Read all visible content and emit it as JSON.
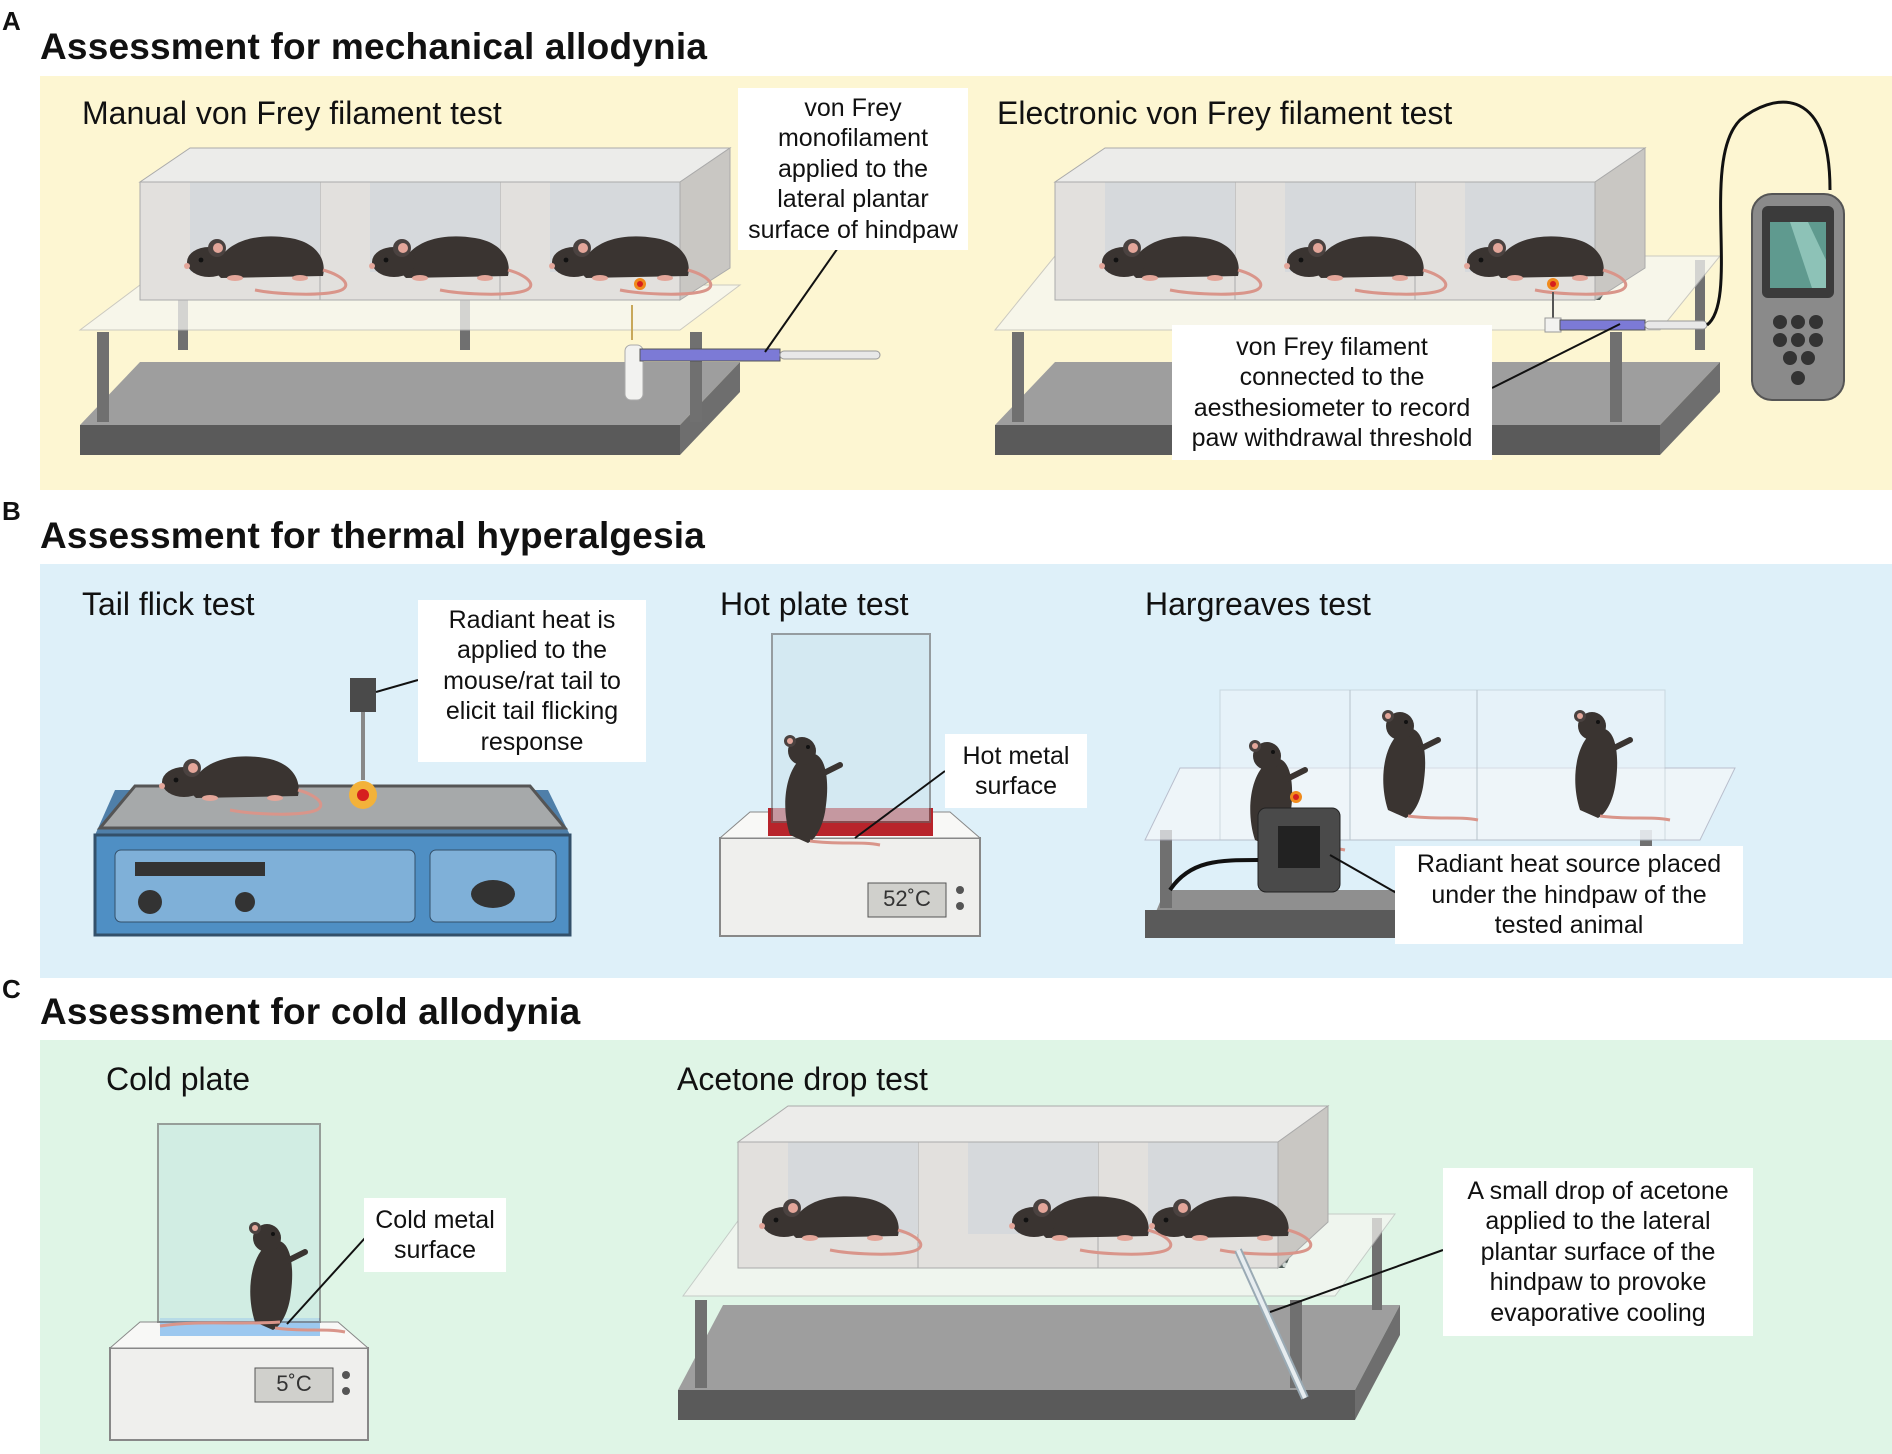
{
  "panels": {
    "a": {
      "letter": "A",
      "title": "Assessment for mechanical allodynia",
      "background": "#fdf6d2",
      "manual": {
        "title": "Manual von Frey filament test",
        "callout": "von Frey monofilament applied to the lateral plantar surface of hindpaw"
      },
      "electronic": {
        "title": "Electronic von Frey filament test",
        "callout": "von Frey filament connected to the aesthesiometer to record paw withdrawal threshold"
      }
    },
    "b": {
      "letter": "B",
      "title": "Assessment for thermal hyperalgesia",
      "background": "#def0f9",
      "tail_flick": {
        "title": "Tail flick test",
        "callout": "Radiant heat is applied to the mouse/rat tail to elicit tail flicking response"
      },
      "hot_plate": {
        "title": "Hot plate test",
        "callout": "Hot metal surface",
        "display": "52˚C"
      },
      "hargreaves": {
        "title": "Hargreaves test",
        "callout": "Radiant heat source placed under the hindpaw of the tested animal"
      }
    },
    "c": {
      "letter": "C",
      "title": "Assessment for cold allodynia",
      "background": "#dff5e6",
      "cold_plate": {
        "title": "Cold plate",
        "callout": "Cold metal surface",
        "display": "5˚C"
      },
      "acetone": {
        "title": "Acetone drop test",
        "callout": "A small drop of acetone applied to the lateral plantar surface of the hindpaw to provoke evaporative cooling"
      }
    }
  },
  "colors": {
    "mouse": "#3a3431",
    "mouse_tail": "#d9958a",
    "platform": "#8c8c8c",
    "platform_top": "#a9a9a9",
    "mesh": "#4c5a55",
    "enclosure": "#e2e0dd",
    "filament": "#7c7ad6",
    "heat": "#f08a1c",
    "hot_surface": "#b8242b",
    "cold_surface": "#9cc8ef",
    "device_blue": "#4f8fc4"
  }
}
